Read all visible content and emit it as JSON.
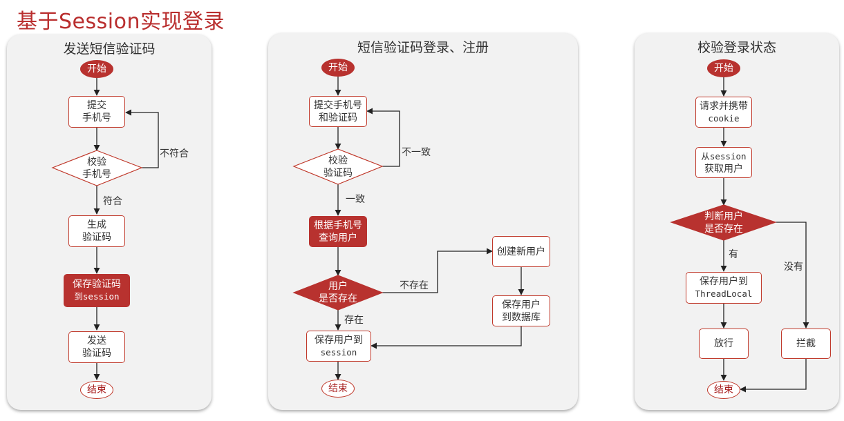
{
  "title": "基于Session实现登录",
  "colors": {
    "accent": "#b8322f",
    "panel_bg": "#f2f2f2",
    "line": "#222222"
  },
  "panel1": {
    "title": "发送短信验证码",
    "start": "开始",
    "submit_1": "提交",
    "submit_2": "手机号",
    "check_1": "校验",
    "check_2": "手机号",
    "no_match": "不符合",
    "match": "符合",
    "gen_1": "生成",
    "gen_2": "验证码",
    "save_1": "保存验证码",
    "save_2": "到session",
    "send_1": "发送",
    "send_2": "验证码",
    "end": "结束"
  },
  "panel2": {
    "title": "短信验证码登录、注册",
    "start": "开始",
    "submit_1": "提交手机号",
    "submit_2": "和验证码",
    "check_1": "校验",
    "check_2": "验证码",
    "mismatch": "不一致",
    "match": "一致",
    "query_1": "根据手机号",
    "query_2": "查询用户",
    "exist_1": "用户",
    "exist_2": "是否存在",
    "not_exist": "不存在",
    "exists": "存在",
    "create_user": "创建新用户",
    "save_db_1": "保存用户",
    "save_db_2": "到数据库",
    "save_session_1": "保存用户到",
    "save_session_2": "session",
    "end": "结束"
  },
  "panel3": {
    "title": "校验登录状态",
    "start": "开始",
    "request_1": "请求并携带",
    "request_2": "cookie",
    "fetch_1": "从session",
    "fetch_2": "获取用户",
    "judge_1": "判断用户",
    "judge_2": "是否存在",
    "yes": "有",
    "no": "没有",
    "save_tl_1": "保存用户到",
    "save_tl_2": "ThreadLocal",
    "pass": "放行",
    "intercept": "拦截",
    "end": "结束"
  }
}
